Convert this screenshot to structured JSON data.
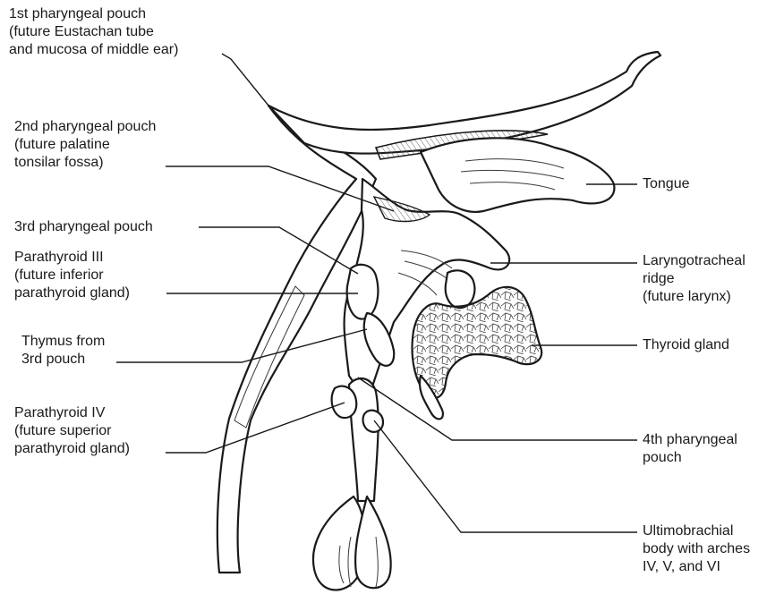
{
  "labels": {
    "pouch1": {
      "lines": [
        "1st pharyngeal pouch",
        "(future Eustachan tube",
        "and mucosa of middle ear)"
      ]
    },
    "pouch2": {
      "lines": [
        "2nd pharyngeal pouch",
        "(future palatine",
        "tonsilar fossa)"
      ]
    },
    "pouch3": {
      "lines": [
        "3rd pharyngeal pouch"
      ]
    },
    "parathy3": {
      "lines": [
        "Parathyroid III",
        "(future inferior",
        "parathyroid gland)"
      ]
    },
    "thymus": {
      "lines": [
        "Thymus from",
        "3rd pouch"
      ]
    },
    "parathy4": {
      "lines": [
        "Parathyroid IV",
        "(future superior",
        "parathyroid gland)"
      ]
    },
    "tongue": {
      "lines": [
        "Tongue"
      ]
    },
    "larynx": {
      "lines": [
        "Laryngotracheal",
        "ridge",
        "(future larynx)"
      ]
    },
    "thyroid": {
      "lines": [
        "Thyroid gland"
      ]
    },
    "pouch4": {
      "lines": [
        "4th pharyngeal",
        "pouch"
      ]
    },
    "ultimo": {
      "lines": [
        "Ultimobrachial",
        "body with arches",
        "IV, V, and VI"
      ]
    }
  }
}
